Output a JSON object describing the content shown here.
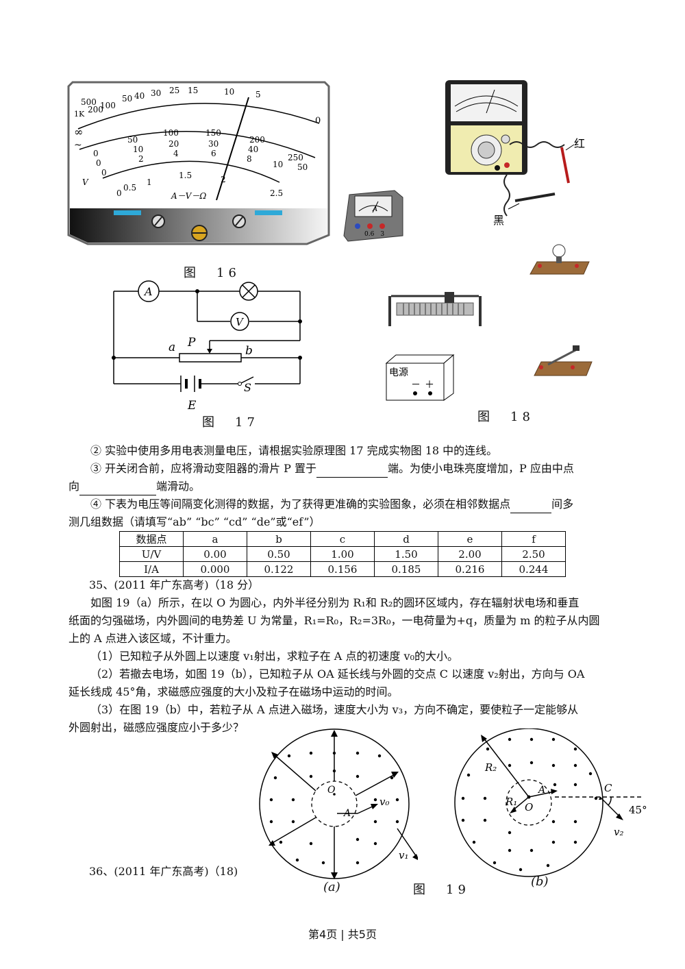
{
  "fig16": {
    "caption": "图　16",
    "ohm_ticks": [
      "500",
      "1K",
      "200",
      "100",
      "50",
      "40",
      "30",
      "25",
      "15",
      "10",
      "5",
      "0"
    ],
    "inf": "∞",
    "dc_labels": [
      "0",
      "50",
      "100",
      "150",
      "200",
      "250"
    ],
    "dc_labels2": [
      "0",
      "10",
      "20",
      "30",
      "40",
      "50"
    ],
    "dc_labels3": [
      "0",
      "2",
      "4",
      "6",
      "8",
      "10"
    ],
    "ac_labels": [
      "0",
      "0.5",
      "1",
      "1.5",
      "2",
      "2.5"
    ],
    "omega_mark": "Ω",
    "tilde_mark": "~",
    "v_mark": "V",
    "av_label": "A－V－Ω"
  },
  "fig17": {
    "caption": "图　17",
    "ammeter": "A",
    "voltmeter": "V",
    "label_a": "a",
    "label_b": "b",
    "label_p": "P",
    "label_e": "E",
    "label_s": "S"
  },
  "fig18": {
    "caption": "图　18",
    "red": "红",
    "black": "黑",
    "power": "电源",
    "minus": "－",
    "plus": "＋",
    "meter_scale": "0.6　3"
  },
  "text": {
    "q2": "② 实验中使用多用电表测量电压，请根据实验原理图 17 完成实物图 18 中的连线。",
    "q3a": "③ 开关闭合前，应将滑动变阻器的滑片 P 置于",
    "q3b": "端。为使小电珠亮度增加，P 应由中点",
    "q3c": "向",
    "q3d": "端滑动。",
    "q4a": "④ 下表为电压等间隔变化测得的数据，为了获得更准确的实验图象，必须在相邻数据点",
    "q4b": "间多",
    "q4c": "测几组数据（请填写“ab” “bc” “cd” “de”或“ef”）",
    "p35_title": "35、(2011 年广东高考)（18 分）",
    "p35_l1": "如图 19（a）所示，在以 O 为圆心，内外半径分别为 R₁和 R₂的圆环区域内，存在辐射状电场和垂直",
    "p35_l2": "纸面的匀强磁场，内外圆间的电势差 U 为常量，R₁=R₀，R₂=3R₀，一电荷量为+q，质量为 m 的粒子从内圆",
    "p35_l3": "上的 A 点进入该区域，不计重力。",
    "p35_q1": "（1）已知粒子从外圆上以速度 v₁射出，求粒子在 A 点的初速度 v₀的大小。",
    "p35_q2a": "（2）若撤去电场，如图 19（b），已知粒子从 OA 延长线与外圆的交点 C 以速度 v₂射出，方向与 OA",
    "p35_q2b": "延长线成 45°角，求磁感应强度的大小及粒子在磁场中运动的时间。",
    "p35_q3a": "（3）在图 19（b）中，若粒子从 A 点进入磁场，速度大小为 v₃，方向不确定，要使粒子一定能够从",
    "p35_q3b": "外圆射出，磁感应强度应小于多少？",
    "p36_title": "36、(2011 年广东高考)（18)"
  },
  "table": {
    "header": [
      "数据点",
      "a",
      "b",
      "c",
      "d",
      "e",
      "f"
    ],
    "rows": [
      [
        "U/V",
        "0.00",
        "0.50",
        "1.00",
        "1.50",
        "2.00",
        "2.50"
      ],
      [
        "I/A",
        "0.000",
        "0.122",
        "0.156",
        "0.185",
        "0.216",
        "0.244"
      ]
    ]
  },
  "fig19": {
    "caption": "图　19",
    "a_label": "(a)",
    "b_label": "(b)",
    "O": "O",
    "A": "A",
    "v0": "v₀",
    "v1": "v₁",
    "v2": "v₂",
    "R1": "R₁",
    "R2": "R₂",
    "C": "C",
    "angle": "45°"
  },
  "footer": "第4页 | 共5页"
}
